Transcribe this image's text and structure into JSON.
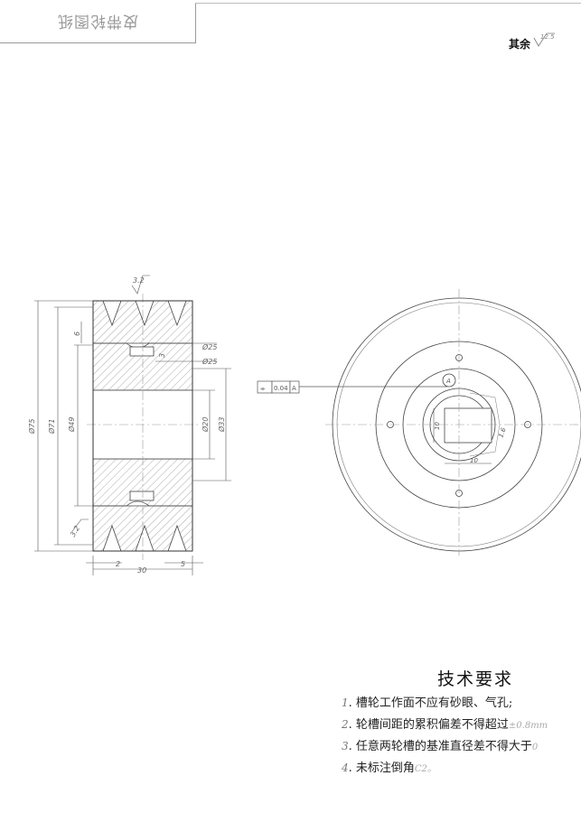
{
  "title_block": {
    "text": "皮带轮图纸"
  },
  "surface_finish": {
    "label": "其余",
    "value": "12.5"
  },
  "side_view": {
    "groove_roughness": "3.2",
    "dim_d75": "Ø75",
    "dim_d71": "Ø71",
    "dim_d49": "Ø49",
    "dim_d20": "Ø20",
    "dim_d33": "Ø33",
    "dim_6": "6",
    "dim_3": "3",
    "hole_d25_top": "Ø25",
    "hole_d25_bottom": "Ø25",
    "dim_3_2": "3.2",
    "dim_2": "2",
    "dim_30": "30",
    "dim_5": "5"
  },
  "front_view": {
    "tolerance_symbol": "⌯",
    "tolerance_value": "0.04",
    "tolerance_datum": "A",
    "datum_label": "A",
    "keyway_width": "10",
    "keyway_depth": "10",
    "keyway_roughness": "1.6"
  },
  "requirements": {
    "title": "技术要求",
    "items": [
      {
        "num": "1",
        "text": ". 槽轮工作面不应有砂眼、气孔;",
        "value": ""
      },
      {
        "num": "2",
        "text": ". 轮槽间距的累积偏差不得超过",
        "value": "±0.8mm"
      },
      {
        "num": "3",
        "text": ". 任意两轮槽的基准直径差不得大于",
        "value": "0"
      },
      {
        "num": "4",
        "text": ". 未标注倒角",
        "value": "C2。"
      }
    ]
  }
}
